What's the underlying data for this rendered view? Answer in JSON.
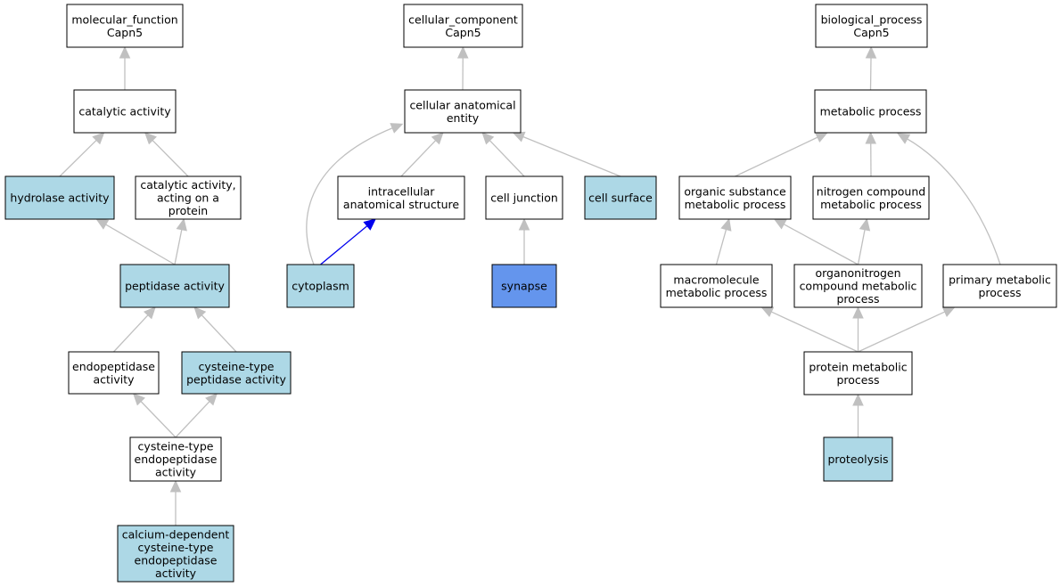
{
  "colors": {
    "default_fill": "#ffffff",
    "highlight_fill": "#add8e6",
    "query_fill": "#6495ed",
    "edge": "#c0c0c0",
    "edge_highlight": "#0000ee",
    "border": "#000000"
  },
  "nodes": [
    {
      "id": "mf",
      "lines": [
        "molecular_function",
        "Capn5"
      ],
      "style": "default"
    },
    {
      "id": "catalytic",
      "lines": [
        "catalytic activity"
      ],
      "style": "default"
    },
    {
      "id": "hydrolase",
      "lines": [
        "hydrolase activity"
      ],
      "style": "highlight"
    },
    {
      "id": "cat_protein",
      "lines": [
        "catalytic activity,",
        "acting on a",
        "protein"
      ],
      "style": "default"
    },
    {
      "id": "peptidase",
      "lines": [
        "peptidase activity"
      ],
      "style": "highlight"
    },
    {
      "id": "endopeptidase",
      "lines": [
        "endopeptidase",
        "activity"
      ],
      "style": "default"
    },
    {
      "id": "cys_peptidase",
      "lines": [
        "cysteine-type",
        "peptidase activity"
      ],
      "style": "highlight"
    },
    {
      "id": "cys_endo",
      "lines": [
        "cysteine-type",
        "endopeptidase",
        "activity"
      ],
      "style": "default"
    },
    {
      "id": "calcium",
      "lines": [
        "calcium-dependent",
        "cysteine-type",
        "endopeptidase",
        "activity"
      ],
      "style": "highlight"
    },
    {
      "id": "cc",
      "lines": [
        "cellular_component",
        "Capn5"
      ],
      "style": "default"
    },
    {
      "id": "cae",
      "lines": [
        "cellular anatomical",
        "entity"
      ],
      "style": "default"
    },
    {
      "id": "intracell",
      "lines": [
        "intracellular",
        "anatomical structure"
      ],
      "style": "default"
    },
    {
      "id": "junction",
      "lines": [
        "cell junction"
      ],
      "style": "default"
    },
    {
      "id": "surface",
      "lines": [
        "cell surface"
      ],
      "style": "highlight"
    },
    {
      "id": "cytoplasm",
      "lines": [
        "cytoplasm"
      ],
      "style": "highlight"
    },
    {
      "id": "synapse",
      "lines": [
        "synapse"
      ],
      "style": "query"
    },
    {
      "id": "bp",
      "lines": [
        "biological_process",
        "Capn5"
      ],
      "style": "default"
    },
    {
      "id": "metabolic",
      "lines": [
        "metabolic process"
      ],
      "style": "default"
    },
    {
      "id": "organic",
      "lines": [
        "organic substance",
        "metabolic process"
      ],
      "style": "default"
    },
    {
      "id": "nitrogen",
      "lines": [
        "nitrogen compound",
        "metabolic process"
      ],
      "style": "default"
    },
    {
      "id": "macro",
      "lines": [
        "macromolecule",
        "metabolic process"
      ],
      "style": "default"
    },
    {
      "id": "organonitrogen",
      "lines": [
        "organonitrogen",
        "compound metabolic",
        "process"
      ],
      "style": "default"
    },
    {
      "id": "primary",
      "lines": [
        "primary metabolic",
        "process"
      ],
      "style": "default"
    },
    {
      "id": "protein_met",
      "lines": [
        "protein metabolic",
        "process"
      ],
      "style": "default"
    },
    {
      "id": "proteolysis",
      "lines": [
        "proteolysis"
      ],
      "style": "highlight"
    }
  ],
  "edges": [
    {
      "from": "catalytic",
      "to": "mf"
    },
    {
      "from": "hydrolase",
      "to": "catalytic"
    },
    {
      "from": "cat_protein",
      "to": "catalytic"
    },
    {
      "from": "peptidase",
      "to": "hydrolase"
    },
    {
      "from": "peptidase",
      "to": "cat_protein"
    },
    {
      "from": "endopeptidase",
      "to": "peptidase"
    },
    {
      "from": "cys_peptidase",
      "to": "peptidase"
    },
    {
      "from": "cys_endo",
      "to": "endopeptidase"
    },
    {
      "from": "cys_endo",
      "to": "cys_peptidase"
    },
    {
      "from": "calcium",
      "to": "cys_endo"
    },
    {
      "from": "cae",
      "to": "cc"
    },
    {
      "from": "cytoplasm",
      "to": "cae"
    },
    {
      "from": "intracell",
      "to": "cae"
    },
    {
      "from": "junction",
      "to": "cae"
    },
    {
      "from": "surface",
      "to": "cae"
    },
    {
      "from": "cytoplasm",
      "to": "intracell",
      "highlight": true
    },
    {
      "from": "synapse",
      "to": "junction"
    },
    {
      "from": "metabolic",
      "to": "bp"
    },
    {
      "from": "organic",
      "to": "metabolic"
    },
    {
      "from": "nitrogen",
      "to": "metabolic"
    },
    {
      "from": "primary",
      "to": "metabolic"
    },
    {
      "from": "macro",
      "to": "organic"
    },
    {
      "from": "organonitrogen",
      "to": "organic"
    },
    {
      "from": "organonitrogen",
      "to": "nitrogen"
    },
    {
      "from": "protein_met",
      "to": "macro"
    },
    {
      "from": "protein_met",
      "to": "organonitrogen"
    },
    {
      "from": "protein_met",
      "to": "primary"
    },
    {
      "from": "proteolysis",
      "to": "protein_met"
    }
  ]
}
